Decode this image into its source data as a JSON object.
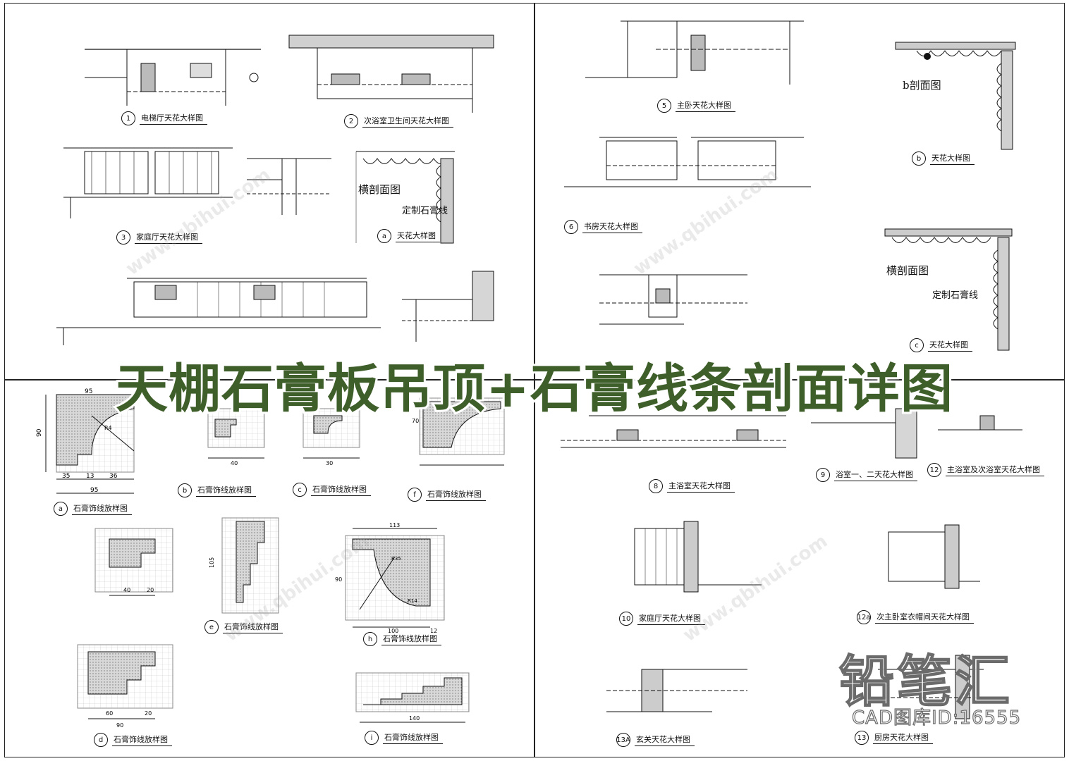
{
  "banner": {
    "title": "天棚石膏板吊顶+石膏线条剖面详图"
  },
  "watermark": {
    "logo": "铅笔汇",
    "site": "www.qbihui.com",
    "id_label": "CAD图库ID:16555"
  },
  "colors": {
    "banner_green": "#3f5f2a",
    "line": "#111111",
    "hatch": "#9a9a9a"
  },
  "annotations": {
    "b_section": "b剖面图",
    "cross_section_1": "横剖面图",
    "custom_gypsum_1": "定制石膏线",
    "cross_section_2": "横剖面图",
    "custom_gypsum_2": "定制石膏线"
  },
  "details": [
    {
      "num": "1",
      "title": "电梯厅天花大样图"
    },
    {
      "num": "2",
      "title": "次浴室卫生间天花大样图"
    },
    {
      "num": "3",
      "title": "家庭厅天花大样图"
    },
    {
      "num": "a",
      "title": "天花大样图"
    },
    {
      "num": "5",
      "title": "主卧天花大样图"
    },
    {
      "num": "b",
      "title": "天花大样图"
    },
    {
      "num": "6",
      "title": "书房天花大样图"
    },
    {
      "num": "c",
      "title": "天花大样图"
    },
    {
      "num": "8",
      "title": "主浴室天花大样图"
    },
    {
      "num": "9",
      "title": "浴室一、二天花大样图"
    },
    {
      "num": "12",
      "title": "主浴室及次浴室天花大样图"
    },
    {
      "num": "10",
      "title": "家庭厅天花大样图"
    },
    {
      "num": "12a",
      "title": "次主卧室衣帽间天花大样图"
    },
    {
      "num": "13A",
      "title": "玄关天花大样图"
    },
    {
      "num": "13",
      "title": "厨房天花大样图"
    },
    {
      "num": "a",
      "title": "石膏饰线放样图"
    },
    {
      "num": "b",
      "title": "石膏饰线放样图"
    },
    {
      "num": "c",
      "title": "石膏饰线放样图"
    },
    {
      "num": "f",
      "title": "石膏饰线放样图"
    },
    {
      "num": "e",
      "title": "石膏饰线放样图"
    },
    {
      "num": "h",
      "title": "石膏饰线放样图"
    },
    {
      "num": "d",
      "title": "石膏饰线放样图"
    },
    {
      "num": "i",
      "title": "石膏饰线放样图"
    }
  ],
  "dimensions": {
    "a_top": "95",
    "a_side": "90",
    "a_bottom_1": "35",
    "a_bottom_2": "13",
    "a_bottom_3": "36",
    "a_bottom_total": "95",
    "a_r": "R4",
    "h_top": "113",
    "h_bottom": "100",
    "h_side": "90",
    "h_r1": "R35",
    "h_r2": "R14",
    "h_b2": "12",
    "i_bottom": "140",
    "d_1": "60",
    "d_2": "20",
    "d_3": "90",
    "g_1": "40",
    "g_2": "20",
    "e_1": "105",
    "b_1": "40",
    "c_1": "30",
    "f_1": "70"
  }
}
